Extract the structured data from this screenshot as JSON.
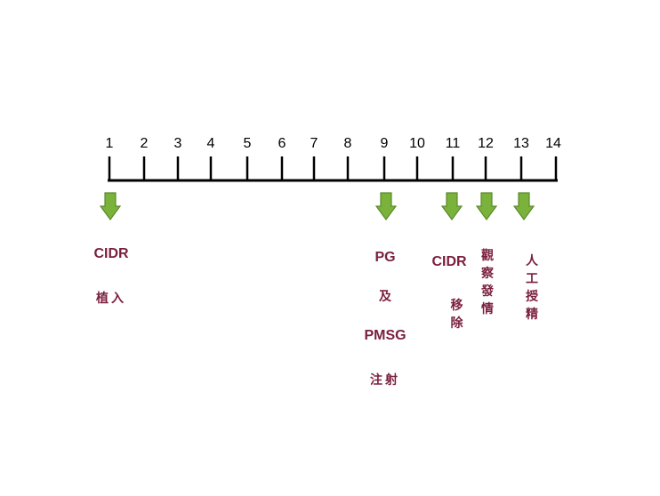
{
  "timeline": {
    "ticks": [
      "1",
      "2",
      "3",
      "4",
      "5",
      "6",
      "7",
      "8",
      "9",
      "10",
      "11",
      "12",
      "13",
      "14"
    ],
    "line_color": "#000000"
  },
  "arrow_color": "#7ab23c",
  "arrow_border": "#5a8a28",
  "label_color": "#7a1f3d",
  "events": [
    {
      "day": "1",
      "line1": "CIDR",
      "line2": "植入"
    },
    {
      "day": "9",
      "line1": "PG",
      "line2": "及",
      "line3": "PMSG",
      "line4": "注射"
    },
    {
      "day": "11",
      "line1": "CIDR",
      "line2": "移除"
    },
    {
      "day": "12",
      "line1": "觀察發情"
    },
    {
      "day": "13",
      "line1": "人工授精"
    }
  ]
}
